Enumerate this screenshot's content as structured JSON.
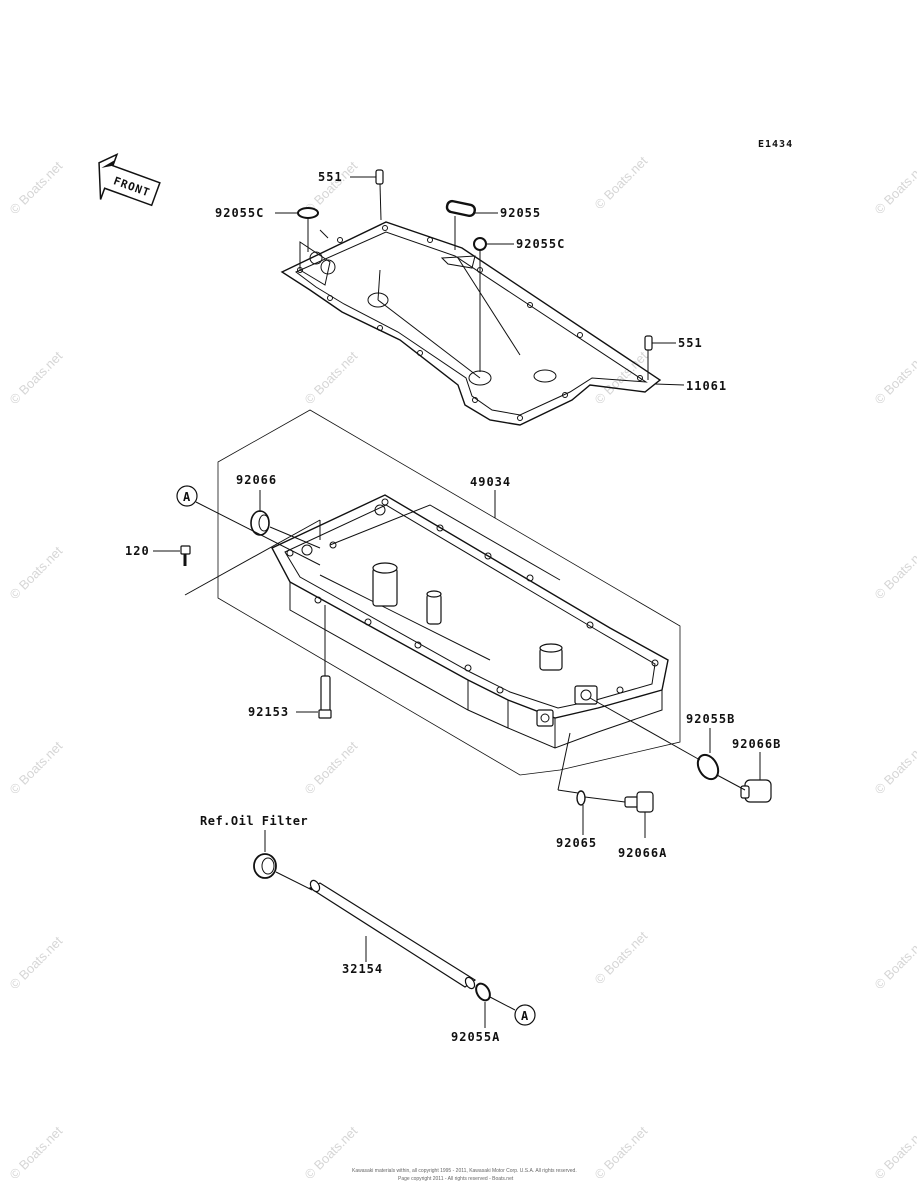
{
  "diagram_id": "E1434",
  "front_label": "FRONT",
  "labels": {
    "p551_top": "551",
    "p92055C_left": "92055C",
    "p92055": "92055",
    "p92055C_right": "92055C",
    "p551_right": "551",
    "p11061": "11061",
    "p92066": "92066",
    "p49034": "49034",
    "p120": "120",
    "p92153": "92153",
    "p92055B": "92055B",
    "p92066B": "92066B",
    "p92065": "92065",
    "p92066A": "92066A",
    "ref_oil_filter": "Ref.Oil Filter",
    "p32154": "32154",
    "p92055A": "92055A",
    "marker_a": "A"
  },
  "watermark": "© Boats.net",
  "footer": {
    "line1": "Kawasaki materials within, all copyright 1995 - 2011, Kawasaki Motor Corp. U.S.A. All rights reserved.",
    "line2": "Page copyright 2011 - All rights reserved - Boats.net"
  }
}
